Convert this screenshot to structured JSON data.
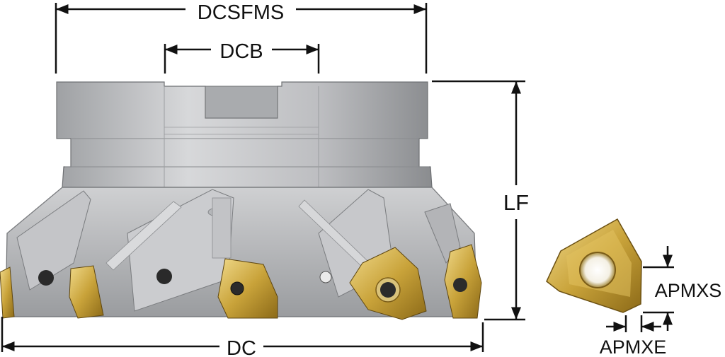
{
  "labels": {
    "dcsfms": "DCSFMS",
    "dcb": "DCB",
    "lf": "LF",
    "dc": "DC",
    "apmxs": "APMXS",
    "apmxe": "APMXE"
  },
  "colors": {
    "body_steel": "#b9babc",
    "body_shadow": "#8d8f92",
    "body_highlight": "#e2e3e4",
    "insert_gold": "#c9a33a",
    "insert_gold_light": "#ead07a",
    "screw_dark": "#2b2b2b",
    "dimension_line": "#111111"
  },
  "icons": {
    "screw": "torx-screw-icon",
    "arrow": "dimension-arrow-icon"
  }
}
